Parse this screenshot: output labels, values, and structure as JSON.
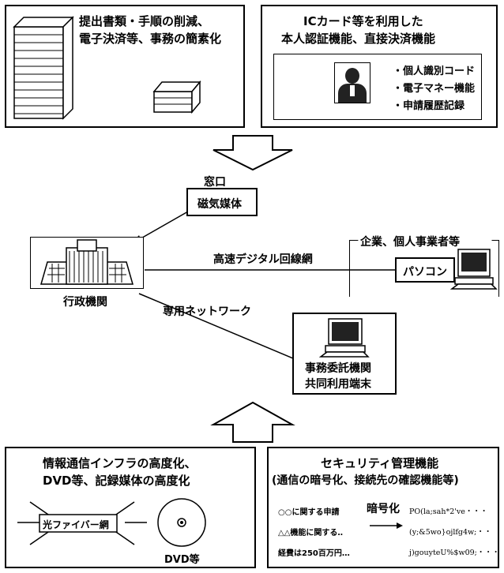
{
  "top_left_box": {
    "line1": "提出書類・手順の削減、",
    "line2": "電子決済等、事務の簡素化"
  },
  "top_right_box": {
    "line1": "ICカード等を利用した",
    "line2": "本人認証機能、直接決済機能",
    "features": [
      "・個人識別コード",
      "・電子マネー機能",
      "・申請履歴記録"
    ]
  },
  "window_box": {
    "label_top": "窓口",
    "label_main": "磁気媒体"
  },
  "network": {
    "highspeed_label": "高速デジタル回線網",
    "private_label": "専用ネットワーク"
  },
  "government": {
    "label": "行政機関"
  },
  "business": {
    "header": "企業、個人事業者等",
    "pc_label": "パソコン"
  },
  "terminal": {
    "line1": "事務委託機関",
    "line2": "共同利用端末"
  },
  "bottom_left_box": {
    "line1": "情報通信インフラの高度化、",
    "line2": "DVD等、記録媒体の高度化",
    "fiber_label": "光ファイバー網",
    "dvd_label": "DVD等"
  },
  "bottom_right_box": {
    "line1": "セキュリティ管理機能",
    "line2": "(通信の暗号化、接続先の確認機能等)",
    "encrypt_label": "暗号化",
    "plain_lines": [
      "○○に関する申請",
      "△△機能に関する‥",
      "経費は250百万円…"
    ],
    "cipher_lines": [
      "PO(la;sah*2've・・・",
      "(y;&5wo}ojlfg4w;・・",
      "j)gouyteU%$w09;・・・"
    ]
  }
}
